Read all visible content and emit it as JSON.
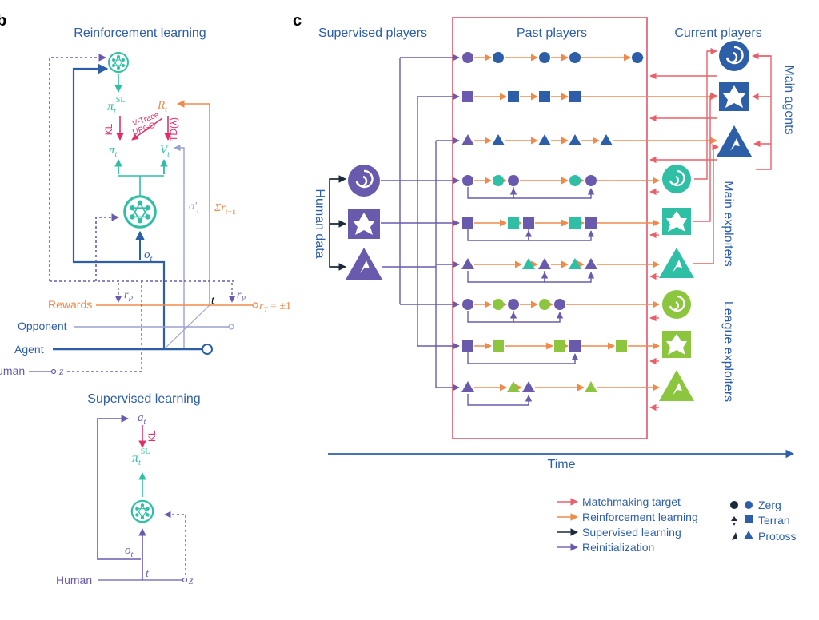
{
  "panel_b": {
    "letter": "b",
    "rl_title": "Reinforcement learning",
    "sl_title": "Supervised learning",
    "pi_sl": "π",
    "pi_sl_sub": "t",
    "pi_sl_sup": "SL",
    "kl": "KL",
    "vtrace": "V-Trace",
    "upgo": "UPGO",
    "td": "TD(λ)",
    "R": "R",
    "R_sub": "t",
    "pi": "π",
    "pi_sub": "t",
    "V": "V",
    "V_sub": "t",
    "o_prime": "o′",
    "o_prime_sub": "t",
    "sum_r": "Σr",
    "sum_r_sub": "t+k",
    "o": "o",
    "o_sub": "t",
    "r_p": "r",
    "r_p_sub": "P",
    "t": "t",
    "r_T": "r",
    "r_T_sub": "T",
    "r_T_val": " = ±1",
    "rewards": "Rewards",
    "opponent": "Opponent",
    "agent": "Agent",
    "human": "Human",
    "z": "z",
    "a": "a",
    "a_sub": "t",
    "sl_kl": "KL",
    "sl_pi": "π",
    "sl_pi_sub": "t",
    "sl_pi_sup": "SL",
    "sl_o": "o",
    "sl_o_sub": "t",
    "sl_t": "t",
    "sl_human": "Human",
    "sl_z": "z"
  },
  "panel_c": {
    "letter": "c",
    "supervised_players": "Supervised players",
    "past_players": "Past players",
    "current_players": "Current players",
    "human_data": "Human data",
    "main_agents": "Main agents",
    "main_exploiters": "Main exploiters",
    "league_exploiters": "League exploiters",
    "time": "Time"
  },
  "legend": {
    "items": [
      {
        "label": "Matchmaking target",
        "color": "#e8606a"
      },
      {
        "label": "Reinforcement learning",
        "color": "#f08a4b"
      },
      {
        "label": "Supervised learning",
        "color": "#1b2a3a"
      },
      {
        "label": "Reinitialization",
        "color": "#7b68b5"
      }
    ],
    "races": [
      "Zerg",
      "Terran",
      "Protoss"
    ]
  },
  "colors": {
    "blue": "#2d5ea8",
    "purple": "#6a5aad",
    "teal": "#2fbfa5",
    "green": "#8cc63f",
    "orange": "#f08a4b",
    "red": "#e8606a",
    "pinkbox": "#e46a7c"
  }
}
